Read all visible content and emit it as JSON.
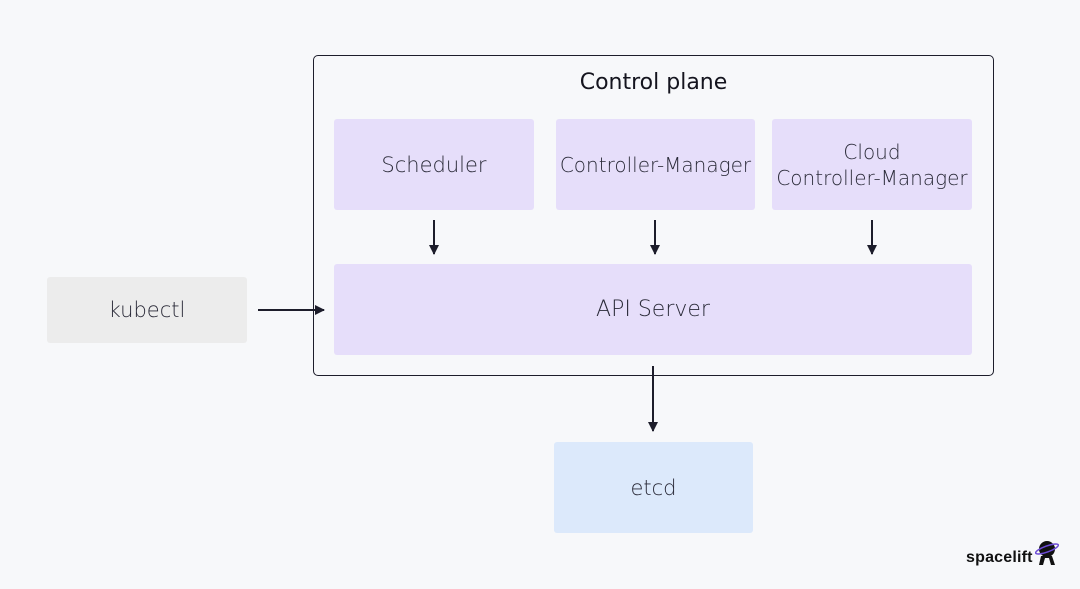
{
  "diagram": {
    "control_plane_title": "Control plane",
    "nodes": {
      "scheduler": "Scheduler",
      "controller_manager": "Controller-Manager",
      "cloud_controller_manager_line1": "Cloud",
      "cloud_controller_manager_line2": "Controller-Manager",
      "api_server": "API Server",
      "kubectl": "kubectl",
      "etcd": "etcd"
    }
  },
  "brand": {
    "logo_text": "spacelift"
  },
  "colors": {
    "component_fill": "#e6defa",
    "client_fill": "#ececec",
    "store_fill": "#dce9fb",
    "stroke": "#1d1d2b"
  }
}
